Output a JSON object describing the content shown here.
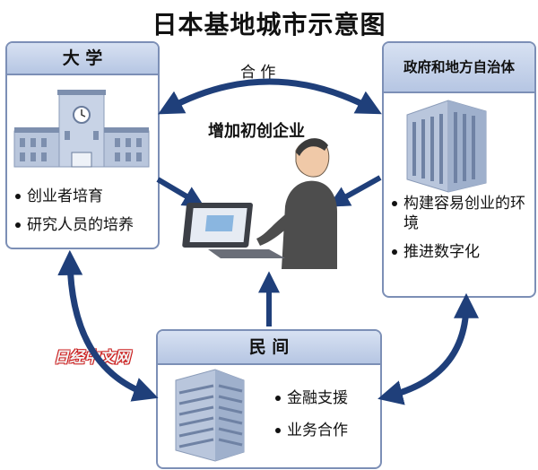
{
  "title": "日本基地城市示意图",
  "center": {
    "cooperation_label": "合 作",
    "caption": "增加初创企业"
  },
  "university": {
    "heading": "大 学",
    "items": [
      "创业者培育",
      "研究人员的培养"
    ]
  },
  "government": {
    "heading": "政府和地方自治体",
    "items": [
      "构建容易创业的环境",
      "推进数字化"
    ]
  },
  "private": {
    "heading": "民 间",
    "items": [
      "金融支援",
      "业务合作"
    ]
  },
  "watermark": "日经中文网",
  "colors": {
    "arrow": "#1f3f7a",
    "box_border": "#7c8fb6",
    "box_header": "#c4d1ea",
    "building_light": "#b9c6dc",
    "building_dark": "#7d8fae"
  }
}
